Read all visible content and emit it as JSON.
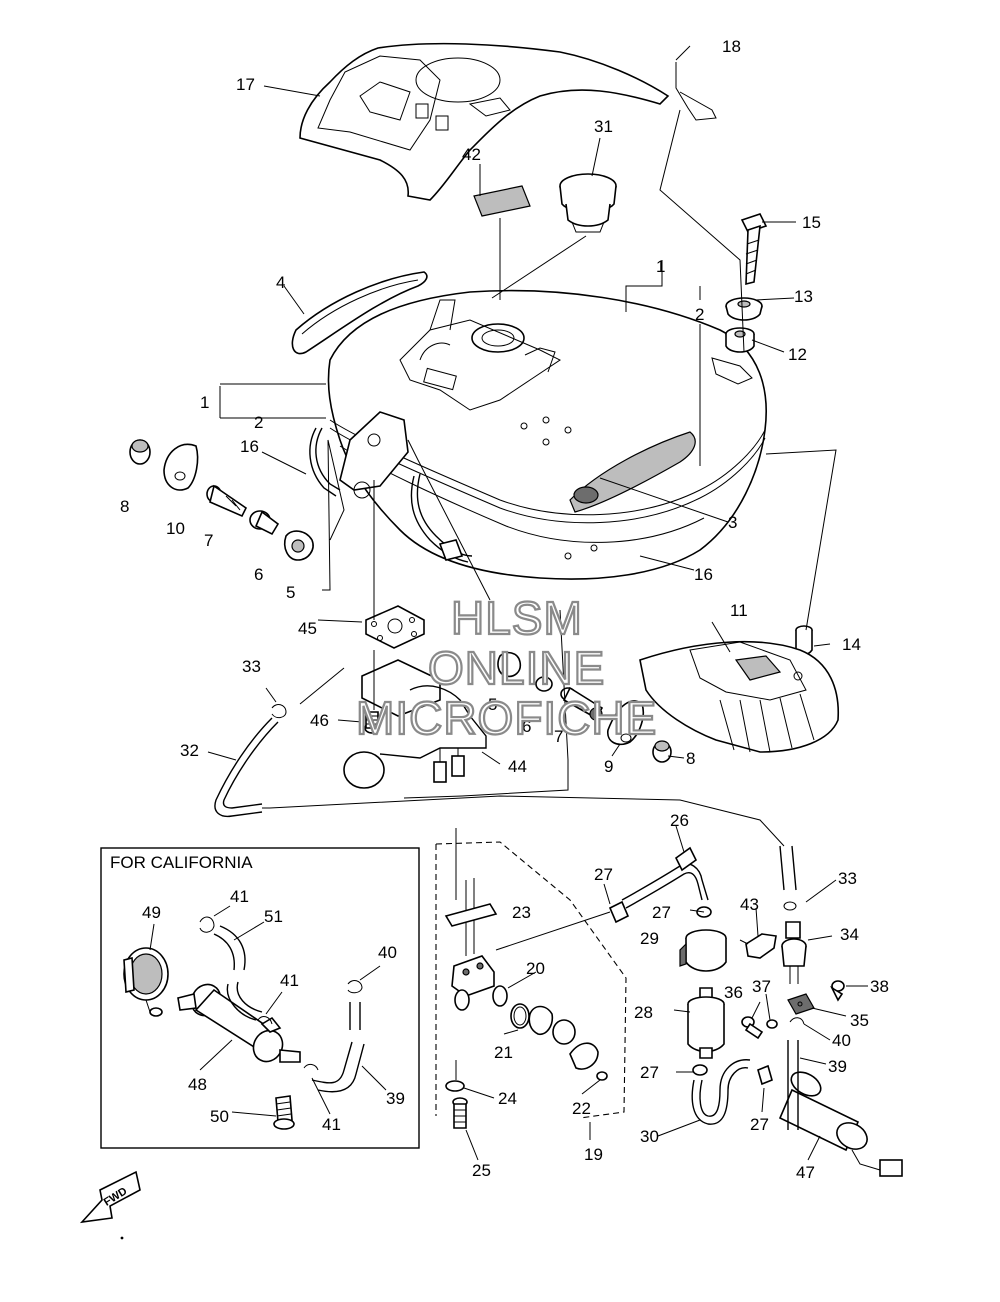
{
  "callouts": [
    {
      "id": "c18",
      "text": "18"
    },
    {
      "id": "c17",
      "text": "17"
    },
    {
      "id": "c31",
      "text": "31"
    },
    {
      "id": "c42",
      "text": "42"
    },
    {
      "id": "c15",
      "text": "15"
    },
    {
      "id": "c4",
      "text": "4"
    },
    {
      "id": "c1a",
      "text": "1"
    },
    {
      "id": "c2a",
      "text": "2"
    },
    {
      "id": "c13",
      "text": "13"
    },
    {
      "id": "c12",
      "text": "12"
    },
    {
      "id": "c1b",
      "text": "1"
    },
    {
      "id": "c2b",
      "text": "2"
    },
    {
      "id": "c16a",
      "text": "16"
    },
    {
      "id": "c8a",
      "text": "8"
    },
    {
      "id": "c10",
      "text": "10"
    },
    {
      "id": "c7a",
      "text": "7"
    },
    {
      "id": "c6a",
      "text": "6"
    },
    {
      "id": "c5a",
      "text": "5"
    },
    {
      "id": "c3",
      "text": "3"
    },
    {
      "id": "c16b",
      "text": "16"
    },
    {
      "id": "c11",
      "text": "11"
    },
    {
      "id": "c14",
      "text": "14"
    },
    {
      "id": "c45",
      "text": "45"
    },
    {
      "id": "c33a",
      "text": "33"
    },
    {
      "id": "c46",
      "text": "46"
    },
    {
      "id": "c5b",
      "text": "5"
    },
    {
      "id": "c6b",
      "text": "6"
    },
    {
      "id": "c7b",
      "text": "7"
    },
    {
      "id": "c32",
      "text": "32"
    },
    {
      "id": "c44",
      "text": "44"
    },
    {
      "id": "c9",
      "text": "9"
    },
    {
      "id": "c8b",
      "text": "8"
    },
    {
      "id": "c26",
      "text": "26"
    },
    {
      "id": "c27a",
      "text": "27"
    },
    {
      "id": "c33b",
      "text": "33"
    },
    {
      "id": "c23",
      "text": "23"
    },
    {
      "id": "c27b",
      "text": "27"
    },
    {
      "id": "c43",
      "text": "43"
    },
    {
      "id": "c34",
      "text": "34"
    },
    {
      "id": "c29",
      "text": "29"
    },
    {
      "id": "c20",
      "text": "20"
    },
    {
      "id": "c28",
      "text": "28"
    },
    {
      "id": "c36",
      "text": "36"
    },
    {
      "id": "c37",
      "text": "37"
    },
    {
      "id": "c38",
      "text": "38"
    },
    {
      "id": "c35",
      "text": "35"
    },
    {
      "id": "c40b",
      "text": "40"
    },
    {
      "id": "c21",
      "text": "21"
    },
    {
      "id": "c39b",
      "text": "39"
    },
    {
      "id": "c27c",
      "text": "27"
    },
    {
      "id": "c22",
      "text": "22"
    },
    {
      "id": "c24",
      "text": "24"
    },
    {
      "id": "c27d",
      "text": "27"
    },
    {
      "id": "c30",
      "text": "30"
    },
    {
      "id": "c19",
      "text": "19"
    },
    {
      "id": "c25",
      "text": "25"
    },
    {
      "id": "c47",
      "text": "47"
    },
    {
      "id": "c49",
      "text": "49"
    },
    {
      "id": "c41a",
      "text": "41"
    },
    {
      "id": "c51",
      "text": "51"
    },
    {
      "id": "c40a",
      "text": "40"
    },
    {
      "id": "c41b",
      "text": "41"
    },
    {
      "id": "c48",
      "text": "48"
    },
    {
      "id": "c39a",
      "text": "39"
    },
    {
      "id": "c50",
      "text": "50"
    },
    {
      "id": "c41c",
      "text": "41"
    }
  ],
  "california_box": {
    "title": "FOR CALIFORNIA"
  },
  "watermark": {
    "line1": "HLSM",
    "line2": "ONLINE",
    "line3": "MICROFICHE"
  },
  "fwd_arrow": {
    "label": "FWD"
  }
}
